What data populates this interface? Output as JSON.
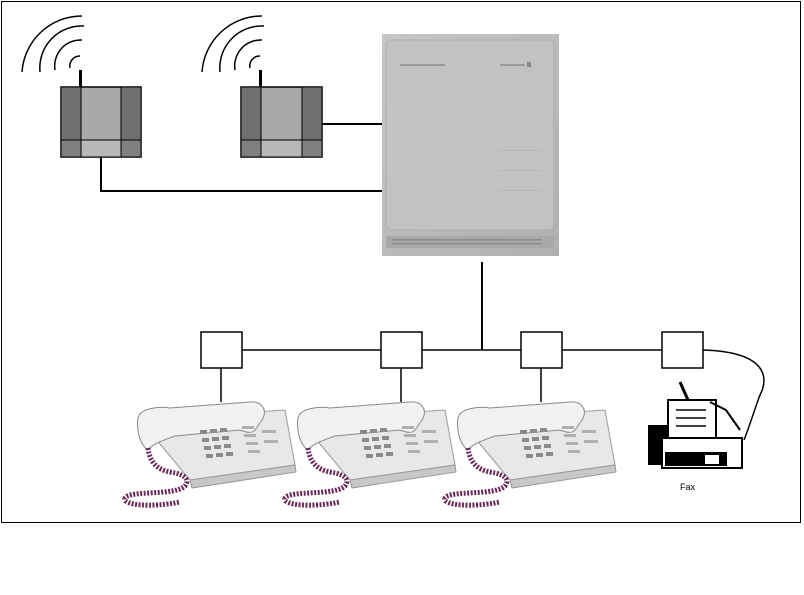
{
  "diagram": {
    "pbx": {
      "brand_text": "",
      "model_text": ""
    },
    "base_stations": [
      {
        "id": "base-station-1"
      },
      {
        "id": "base-station-2"
      }
    ],
    "junction_boxes": [
      {
        "id": "junction-1"
      },
      {
        "id": "junction-2"
      },
      {
        "id": "junction-3"
      },
      {
        "id": "junction-4"
      }
    ],
    "telephones": [
      {
        "id": "telephone-1"
      },
      {
        "id": "telephone-2"
      },
      {
        "id": "telephone-3"
      }
    ],
    "fax": {
      "label": "Fax"
    }
  },
  "colors": {
    "pbx_body": "#bdbdbd",
    "base_dark": "#707070",
    "base_light": "#a8a8a8",
    "phone_body": "#e6e6e6",
    "phone_cord": "#6a2a55"
  }
}
